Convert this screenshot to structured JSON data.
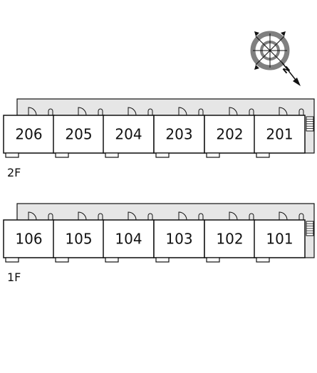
{
  "compass": {
    "north_letter": "N",
    "ring_color": "#808080",
    "icon": "compass-rose-icon"
  },
  "colors": {
    "corridor_fill": "#e6e6e6",
    "line": "#111111",
    "room_fill": "#ffffff"
  },
  "floors": [
    {
      "id": "2f",
      "label": "2F",
      "rooms": [
        "206",
        "205",
        "204",
        "203",
        "202",
        "201"
      ],
      "stair_icon": "staircase-icon"
    },
    {
      "id": "1f",
      "label": "1F",
      "rooms": [
        "106",
        "105",
        "104",
        "103",
        "102",
        "101"
      ],
      "stair_icon": "staircase-icon"
    }
  ]
}
